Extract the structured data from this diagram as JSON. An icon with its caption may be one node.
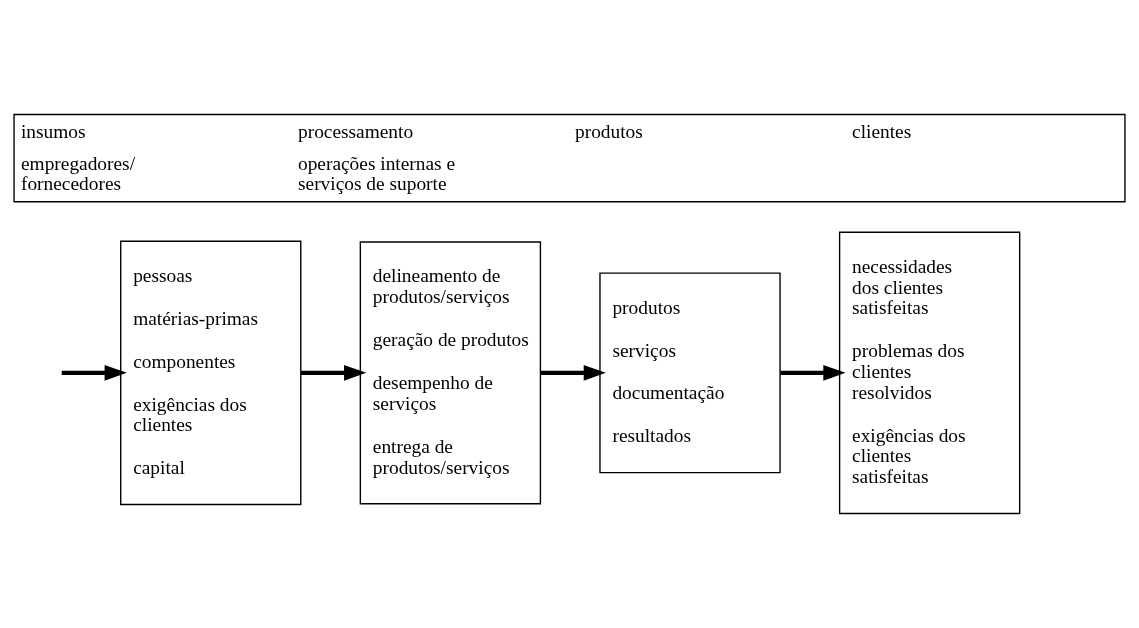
{
  "diagram": {
    "nodes": [
      {
        "text": [
          "insumos",
          "processamento",
          "produtos",
          "clientes",
          "empregadores/ fornecedores",
          "operações internas e serviços de suporte"
        ]
      },
      {
        "text": [
          "pessoas",
          "matérias-primas",
          "componentes",
          "exigências dos clientes",
          "capital"
        ]
      },
      {
        "text": [
          "delineamento de produtos/serviços",
          "geração de produtos",
          "desempenho de serviços",
          "entrega de produtos/serviços"
        ]
      },
      {
        "text": [
          "produtos",
          "serviços",
          "documentação",
          "resultados"
        ]
      },
      {
        "text": [
          "necessidades dos clientes satisfeitas",
          "problemas dos clientes resolvidos",
          "exigências dos clientes satisfeitas"
        ]
      }
    ],
    "edges": [
      {
        "from": null,
        "to": 1,
        "arrow": "to"
      },
      {
        "from": 1,
        "to": 2,
        "arrow": "to"
      },
      {
        "from": 2,
        "to": 3,
        "arrow": "to"
      },
      {
        "from": 3,
        "to": 4,
        "arrow": "to"
      }
    ]
  }
}
